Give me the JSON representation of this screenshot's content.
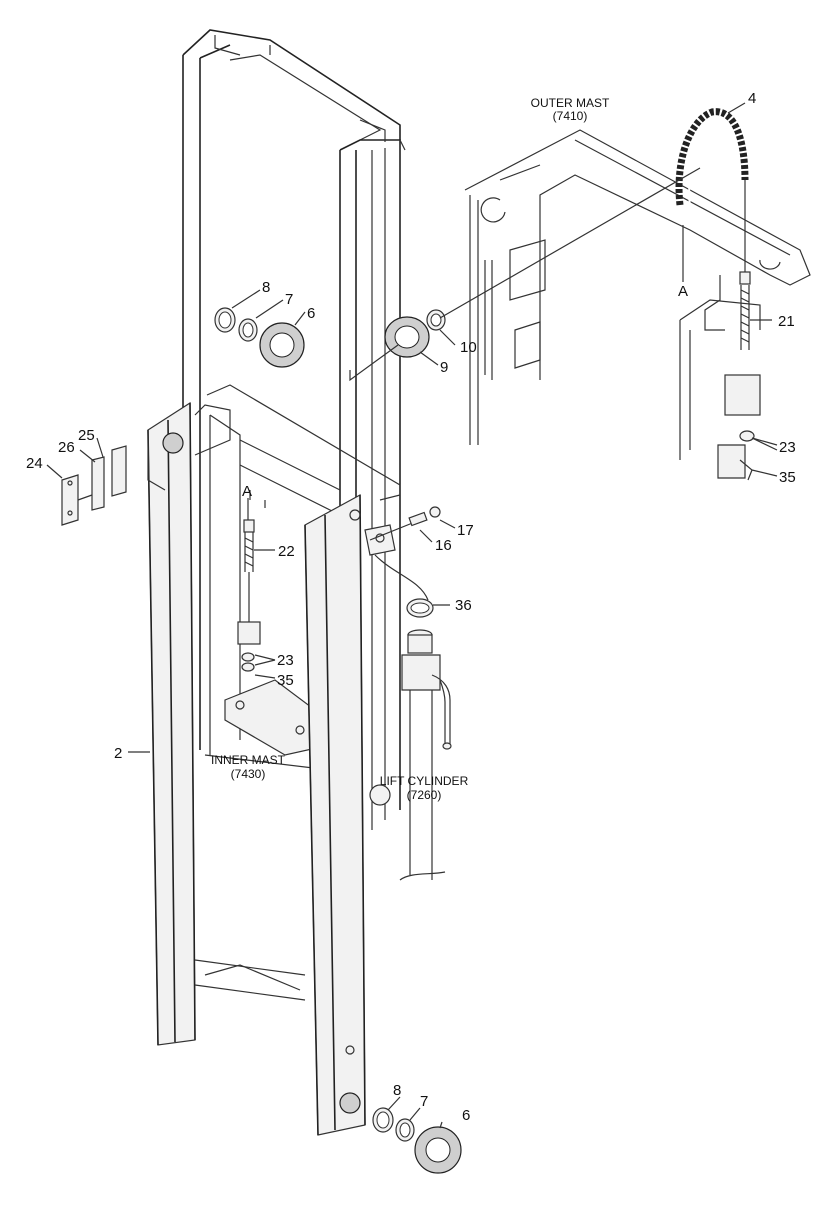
{
  "assemblies": {
    "outer_mast": {
      "name": "OUTER MAST",
      "code": "(7410)"
    },
    "inner_mast": {
      "name": "INNER MAST",
      "code": "(7430)"
    },
    "lift_cylinder": {
      "name": "LIFT CYLINDER",
      "code": "(7260)"
    }
  },
  "callouts": {
    "p4": "4",
    "p8_top": "8",
    "p7_top": "7",
    "p6_top": "6",
    "p10": "10",
    "p9": "9",
    "p21": "21",
    "p23_right": "23",
    "p35_right": "35",
    "p25": "25",
    "p26": "26",
    "p24": "24",
    "p17": "17",
    "p16": "16",
    "p22": "22",
    "p36": "36",
    "p23_left": "23",
    "p35_left": "35",
    "p2": "2",
    "p8_bottom": "8",
    "p7_bottom": "7",
    "p6_bottom": "6"
  },
  "markers": {
    "a_right": "A",
    "a_left": "A"
  }
}
